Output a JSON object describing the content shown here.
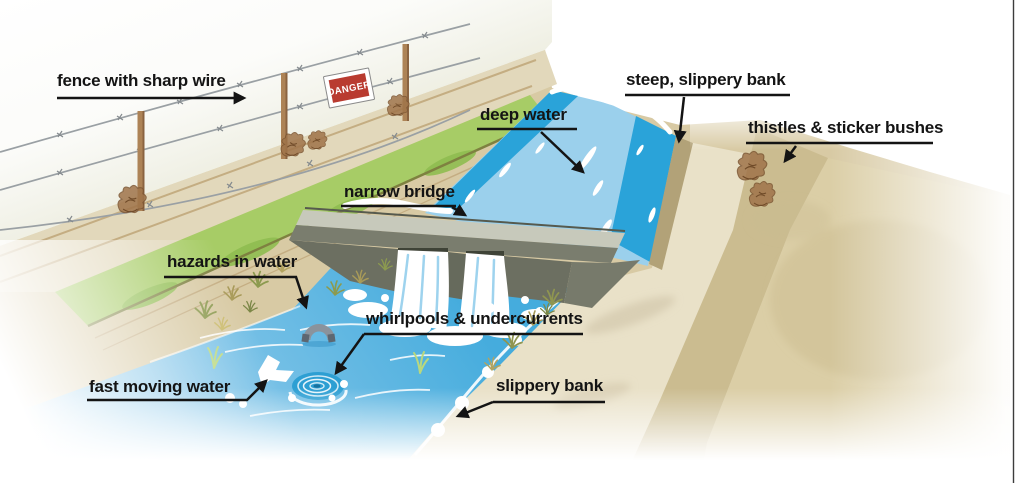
{
  "figure": {
    "kind": "illustrated-safety-diagram",
    "labels": {
      "fence": {
        "text": "fence with sharp wire"
      },
      "deep_water": {
        "text": "deep water"
      },
      "steep_bank": {
        "text": "steep, slippery bank"
      },
      "thistles": {
        "text": "thistles & sticker bushes"
      },
      "narrow_bridge": {
        "text": "narrow bridge"
      },
      "hazards_in_water": {
        "text": "hazards in water"
      },
      "whirlpools": {
        "text": "whirlpools & undercurrents"
      },
      "fast_water": {
        "text": "fast moving water"
      },
      "slippery_bank": {
        "text": "slippery bank"
      }
    },
    "danger_sign": {
      "text": "DANGER",
      "bg": "#b93b30",
      "fg": "#ffffff"
    },
    "colors": {
      "water_light": "#9bd0ec",
      "water_deep": "#2aa3d9",
      "water_lower_top": "#45acdd",
      "water_lower_bottom": "#8cc9ea",
      "ground_tan": "#d8caa4",
      "dirt_band": "#e2d8bb",
      "bank_light": "#e9e1c8",
      "slope_tan": "#cbbc90",
      "field_tan": "#dbcea6",
      "grass_green": "#a7cc66",
      "grass_dark": "#8fbd50",
      "bridge_deck": "#c7c9bb",
      "bridge_face": "#6c6f61",
      "label_ink": "#141414"
    }
  }
}
